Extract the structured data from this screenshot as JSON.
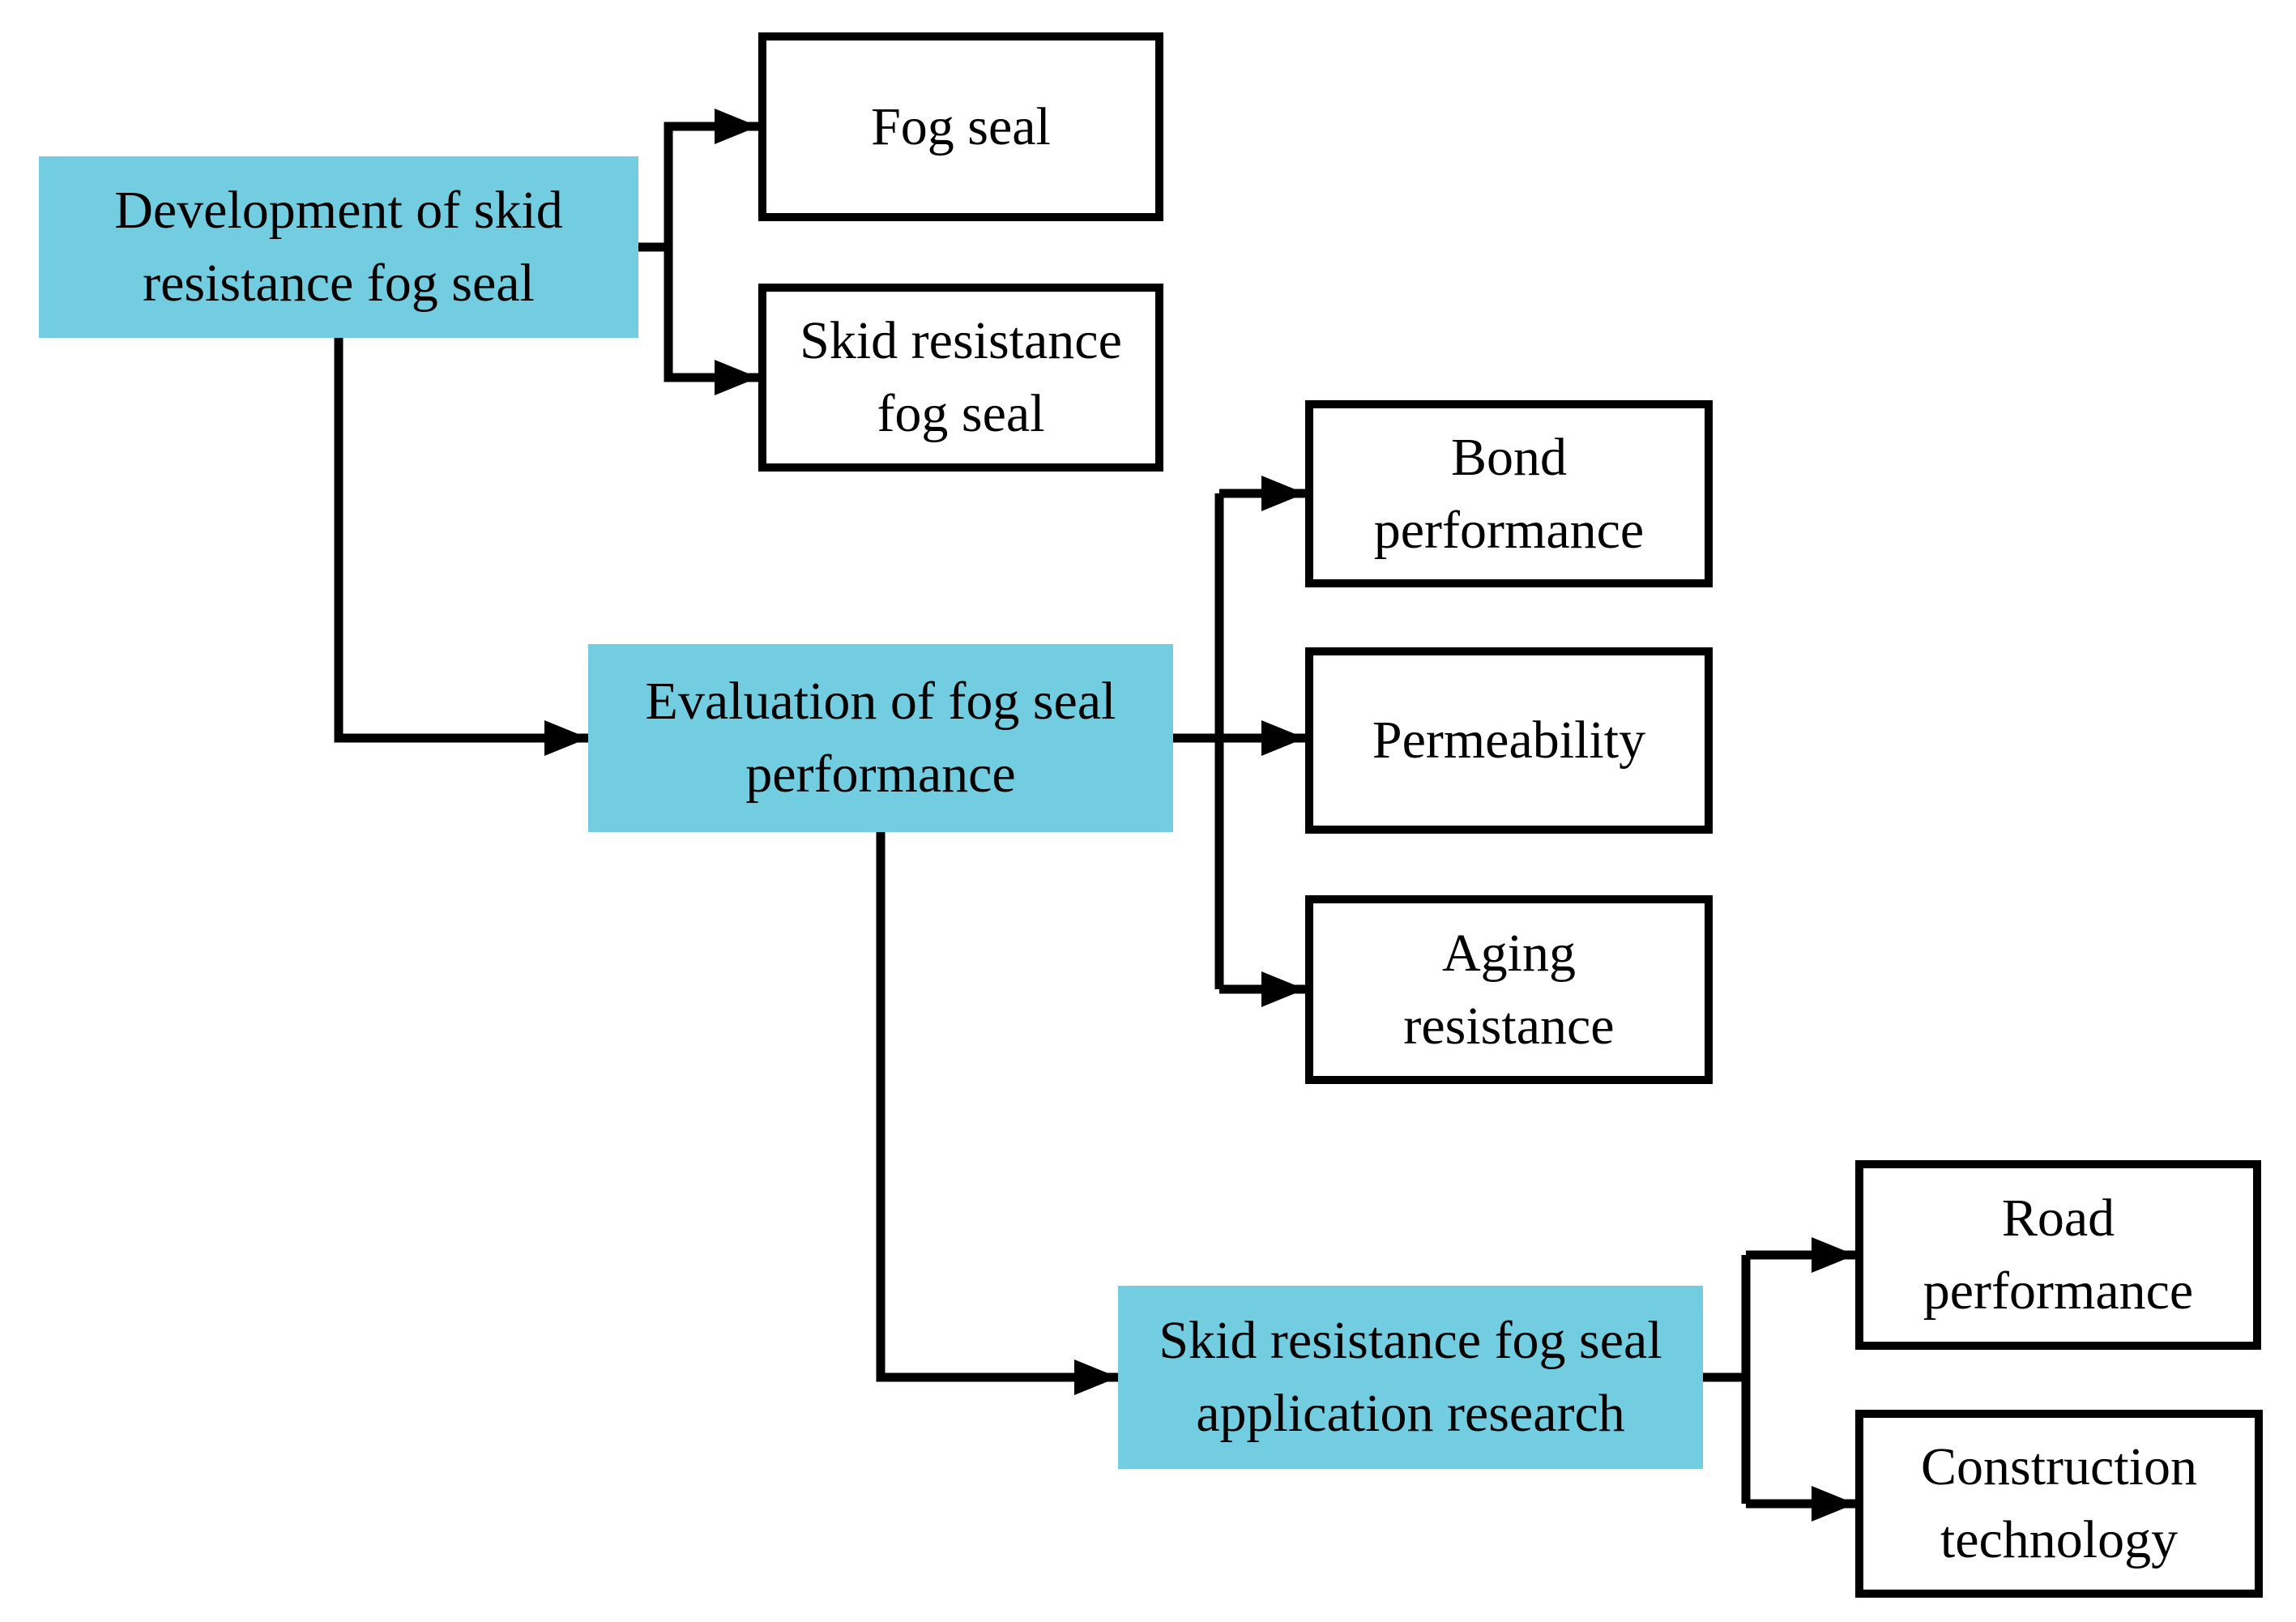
{
  "diagram": {
    "type": "flowchart",
    "background_color": "#ffffff",
    "highlight_fill_color": "#72cde0",
    "plain_fill_color": "#ffffff",
    "connector_color": "#000000",
    "text_color": "#000000",
    "nodes": {
      "development": {
        "label": "Development of skid\nresistance fog seal",
        "style": "highlight"
      },
      "fog_seal": {
        "label": "Fog seal",
        "style": "plain"
      },
      "skid_resistance_fog_seal": {
        "label": "Skid resistance\nfog seal",
        "style": "plain"
      },
      "evaluation": {
        "label": "Evaluation of fog seal\nperformance",
        "style": "highlight"
      },
      "bond_performance": {
        "label": "Bond\nperformance",
        "style": "plain"
      },
      "permeability": {
        "label": "Permeability",
        "style": "plain"
      },
      "aging_resistance": {
        "label": "Aging\nresistance",
        "style": "plain"
      },
      "application_research": {
        "label": "Skid resistance fog seal\napplication research",
        "style": "highlight"
      },
      "road_performance": {
        "label": "Road\nperformance",
        "style": "plain"
      },
      "construction_technology": {
        "label": "Construction\ntechnology",
        "style": "plain"
      }
    },
    "edges": [
      {
        "from": "development",
        "to": "fog_seal"
      },
      {
        "from": "development",
        "to": "skid_resistance_fog_seal"
      },
      {
        "from": "development",
        "to": "evaluation"
      },
      {
        "from": "evaluation",
        "to": "bond_performance"
      },
      {
        "from": "evaluation",
        "to": "permeability"
      },
      {
        "from": "evaluation",
        "to": "aging_resistance"
      },
      {
        "from": "evaluation",
        "to": "application_research"
      },
      {
        "from": "application_research",
        "to": "road_performance"
      },
      {
        "from": "application_research",
        "to": "construction_technology"
      }
    ]
  }
}
